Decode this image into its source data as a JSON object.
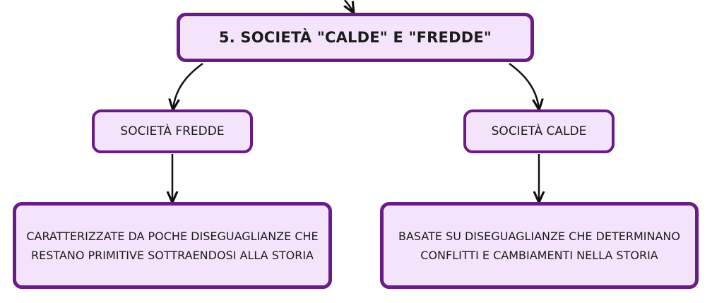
{
  "diagram": {
    "root": {
      "label": "5. SOCIETÀ \"CALDE\" E \"FREDDE\""
    },
    "branches": [
      {
        "label": "SOCIETÀ FREDDE",
        "description": "CARATTERIZZATE DA POCHE DISEGUAGLIANZE CHE RESTANO PRIMITIVE SOTTRAENDOSI ALLA STORIA"
      },
      {
        "label": "SOCIETÀ CALDE",
        "description": "BASATE SU DISEGUAGLIANZE CHE DETERMINANO CONFLITTI E CAMBIAMENTI NELLA STORIA"
      }
    ],
    "colors": {
      "node_fill": "#f4e4fb",
      "node_border": "#6a1b86",
      "connector": "#111111"
    }
  }
}
